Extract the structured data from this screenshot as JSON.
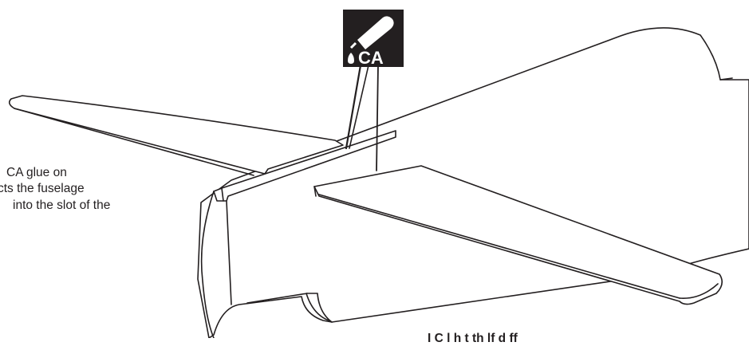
{
  "icon": {
    "name": "ca-glue-bottle-icon",
    "label": "CA",
    "background": "#231f20",
    "foreground": "#ffffff"
  },
  "caption": {
    "line1": "CA glue on",
    "line2": "cts the fuselage",
    "line3": "into the slot of the",
    "bottom_fragment": "I C     l    h   t    th    lf    d     ff"
  },
  "colors": {
    "line": "#231f20",
    "fill": "#ffffff"
  }
}
